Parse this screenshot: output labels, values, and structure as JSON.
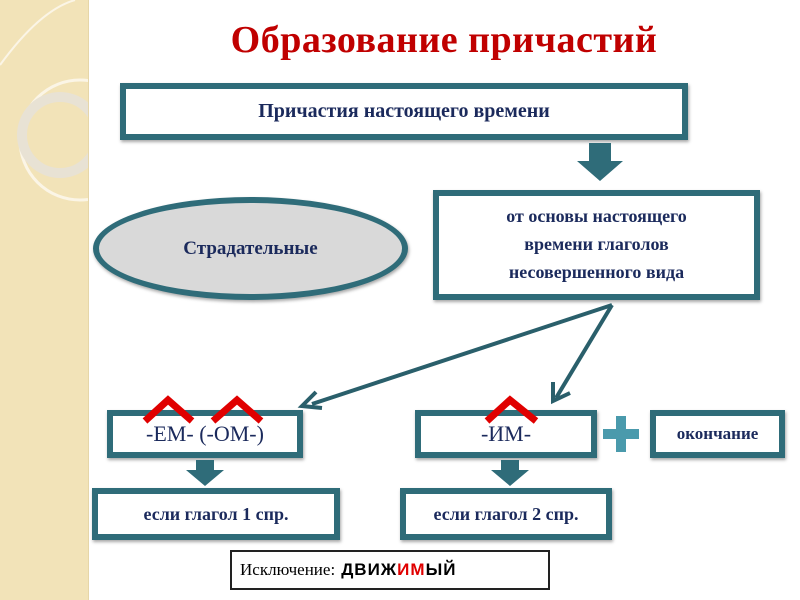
{
  "title": "Образование причастий",
  "top_box": "Причастия настоящего времени",
  "ellipse": "Страдательные",
  "source_box": [
    "от основы настоящего",
    "времени глаголов",
    "несовершенного вида"
  ],
  "suffix_em": "-ЕМ- (-ОМ-)",
  "suffix_im": "-ИМ-",
  "ending": "окончание",
  "conj1": "если глагол 1 спр.",
  "conj2": "если глагол 2 спр.",
  "exception": {
    "label": "Исключение:",
    "word_start": "ДВИЖ",
    "word_suffix": "ИМ",
    "word_end": "ЫЙ"
  },
  "colors": {
    "title": "#c00000",
    "border": "#2f6c79",
    "text": "#1b2a5c",
    "caret": "#e00000"
  }
}
